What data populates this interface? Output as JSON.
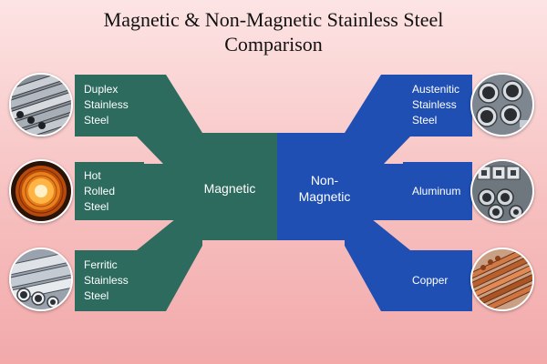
{
  "title": {
    "line1": "Magnetic & Non-Magnetic Stainless Steel",
    "line2": "Comparison"
  },
  "colors": {
    "magnetic": "#2c6b5e",
    "non_magnetic": "#1f4fb3",
    "background": "#f7c0c0"
  },
  "magnetic": {
    "hub_label": "Magnetic",
    "items": [
      {
        "lines": [
          "Duplex",
          "Stainless",
          "Steel"
        ],
        "icon": "steel-pipes-icon"
      },
      {
        "lines": [
          "Hot",
          "Rolled",
          "Steel"
        ],
        "icon": "hot-rolled-coil-icon"
      },
      {
        "lines": [
          "Ferritic",
          "Stainless",
          "Steel"
        ],
        "icon": "steel-tubes-icon"
      }
    ]
  },
  "non_magnetic": {
    "hub_label_line1": "Non-",
    "hub_label_line2": "Magnetic",
    "items": [
      {
        "lines": [
          "Austenitic",
          "Stainless",
          "Steel"
        ],
        "icon": "stainless-pipes-icon"
      },
      {
        "lines": [
          "Aluminum"
        ],
        "icon": "aluminum-profiles-icon"
      },
      {
        "lines": [
          "Copper"
        ],
        "icon": "copper-rods-icon"
      }
    ]
  }
}
